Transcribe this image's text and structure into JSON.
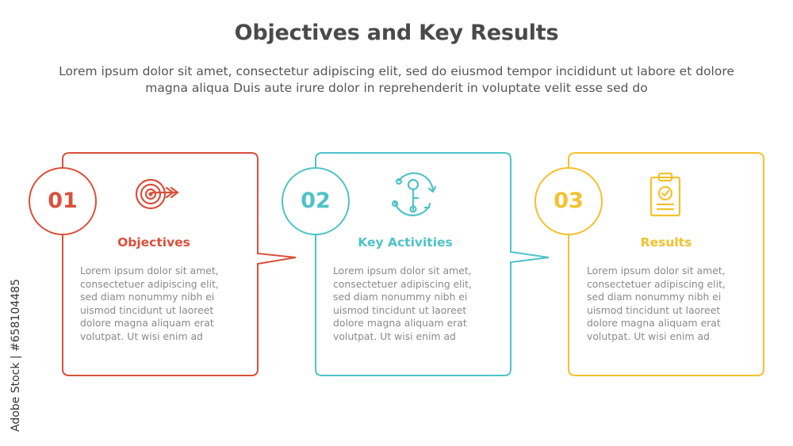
{
  "header": {
    "title": "Objectives and Key Results",
    "subtitle": "Lorem ipsum dolor sit amet, consectetur adipiscing elit, sed do eiusmod tempor incididunt ut labore et dolore magna aliqua Duis aute irure dolor in reprehenderit in voluptate velit esse sed do"
  },
  "steps": [
    {
      "number": "01",
      "title": "Objectives",
      "icon": "target-icon",
      "color": "#d9503c",
      "body": "Lorem ipsum dolor sit amet, consectetuer adipiscing elit, sed diam nonummy nibh ei uismod tincidunt ut laoreet dolore magna aliquam erat volutpat. Ut wisi enim ad"
    },
    {
      "number": "02",
      "title": "Key Activities",
      "icon": "key-cycle-icon",
      "color": "#4ec3c7",
      "body": "Lorem ipsum dolor sit amet, consectetuer adipiscing elit, sed diam nonummy nibh ei uismod tincidunt ut laoreet dolore magna aliquam erat volutpat. Ut wisi enim ad"
    },
    {
      "number": "03",
      "title": "Results",
      "icon": "clipboard-check-icon",
      "color": "#f2c12e",
      "body": "Lorem ipsum dolor sit amet, consectetuer adipiscing elit, sed diam nonummy nibh ei uismod tincidunt ut laoreet dolore magna aliquam erat volutpat. Ut wisi enim ad"
    }
  ],
  "side_credit": "Adobe Stock | #658104485"
}
